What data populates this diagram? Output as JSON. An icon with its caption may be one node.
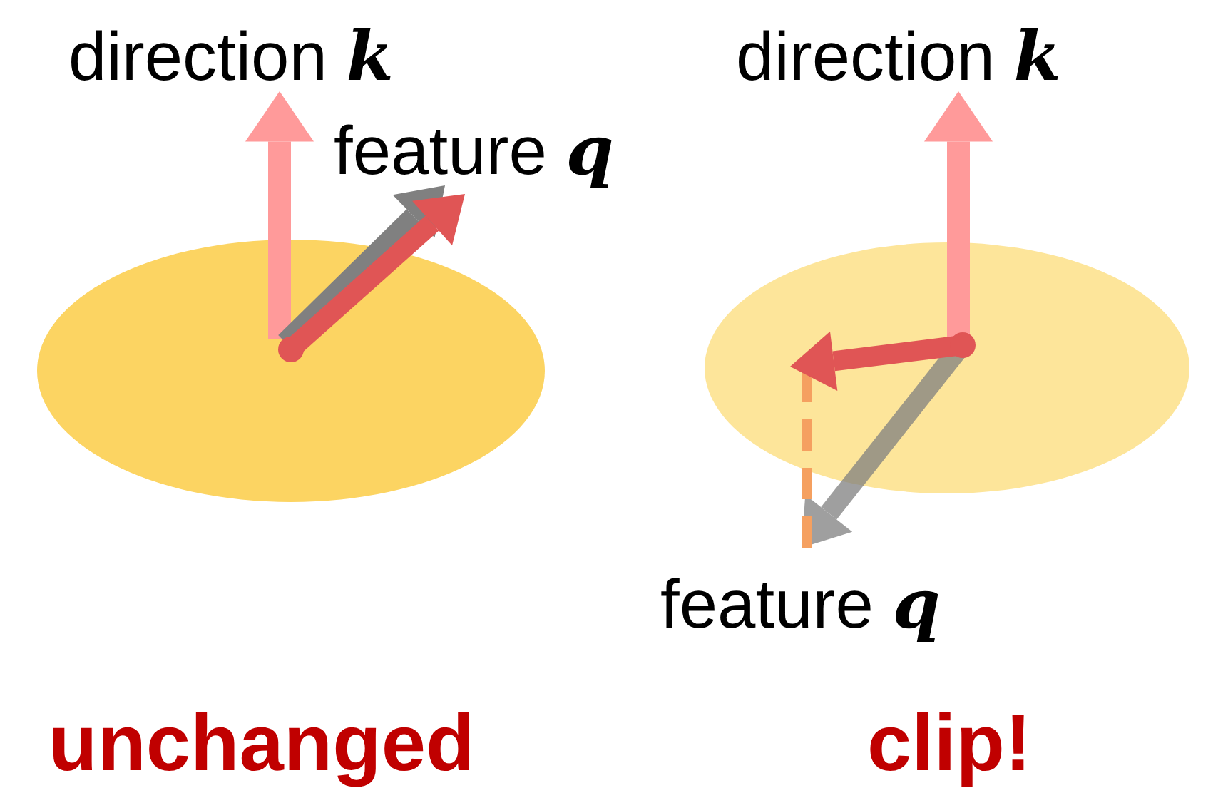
{
  "diagram": {
    "labels": [
      "direction **k**",
      "feature **q**",
      "direction **k**",
      "feature **q**",
      "unchanged",
      "clip!"
    ]
  }
}
